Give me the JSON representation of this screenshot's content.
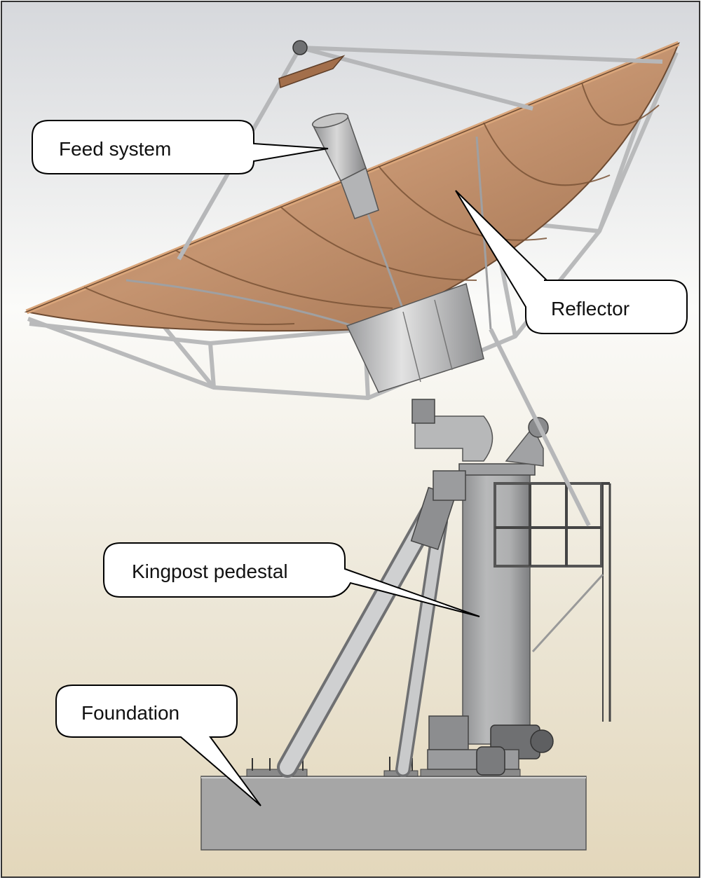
{
  "callouts": {
    "feed_system": "Feed system",
    "reflector": "Reflector",
    "kingpost_pedestal": "Kingpost pedestal",
    "foundation": "Foundation"
  },
  "colors": {
    "background_top": "#d8d9dd",
    "background_bottom": "#e6dcc4",
    "reflector_surface": "#b98a63",
    "reflector_rim": "#c79167",
    "structure": "#c7c8ca",
    "structure_dark": "#7f8184",
    "pedestal": "#a9aaab",
    "foundation": "#a7a7a7",
    "callout_fill": "#ffffff",
    "callout_stroke": "#000000"
  }
}
